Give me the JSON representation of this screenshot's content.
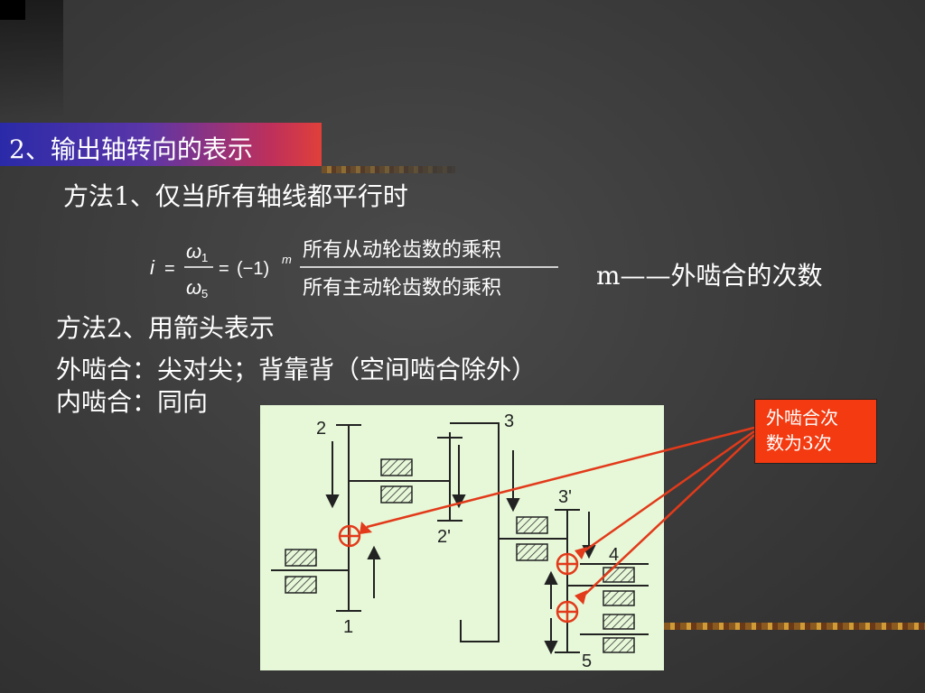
{
  "slide": {
    "title": "2、输出轴转向的表示",
    "method1": "方法1、仅当所有轴线都平行时",
    "formula": {
      "lhs": "i",
      "num_omega": "ω",
      "num_sub": "1",
      "den_omega": "ω",
      "den_sub": "5",
      "eq1": "=",
      "eq2": "=",
      "sign": "(−1)",
      "exp": "m",
      "numerator": "所有从动轮齿数的乘积",
      "denominator": "所有主动轮齿数的乘积"
    },
    "m_label": "m——外啮合的次数",
    "method2": "方法2、用箭头表示",
    "external_rule": "外啮合：尖对尖；背靠背（空间啮合除外）",
    "internal_rule": "内啮合：同向",
    "callout": {
      "line1": "外啮合次",
      "line2": "数为3次"
    },
    "diagram_labels": {
      "g1": "1",
      "g2": "2",
      "g2p": "2'",
      "g3": "3",
      "g3p": "3'",
      "g4": "4",
      "g5": "5"
    },
    "colors": {
      "callout_bg": "#f33a10",
      "diagram_bg": "#e6f8d8",
      "marker": "#e23a1a"
    }
  }
}
